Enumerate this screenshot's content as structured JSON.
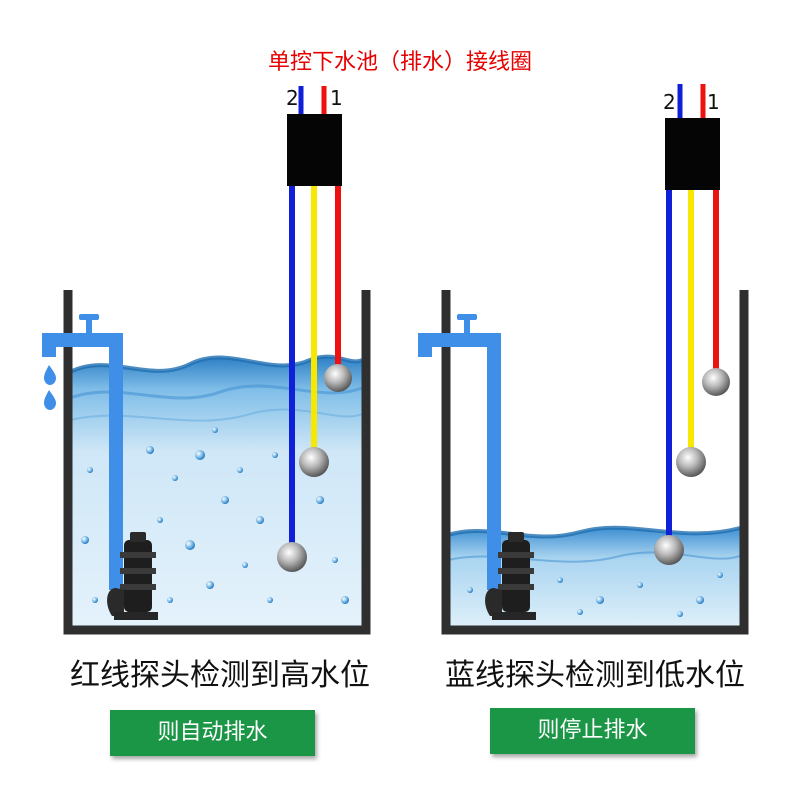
{
  "title": "单控下水池（排水）接线圈",
  "panels": [
    {
      "wire_labels": {
        "blue": "2",
        "red": "1"
      },
      "caption": "红线探头检测到高水位",
      "button": "则自动排水",
      "water_level": "high"
    },
    {
      "wire_labels": {
        "blue": "2",
        "red": "1"
      },
      "caption": "蓝线探头检测到低水位",
      "button": "则停止排水",
      "water_level": "low"
    }
  ],
  "colors": {
    "title": "#e60000",
    "blue_wire": "#1020d8",
    "red_wire": "#ee1111",
    "yellow_wire": "#f6e800",
    "pipe": "#3f8ee8",
    "tank": "#2f2f2f",
    "button_bg": "#1a9646"
  },
  "icons": [
    "faucet-icon",
    "water-drop-icon",
    "submersible-pump-icon",
    "level-probe-icon",
    "controller-box-icon"
  ]
}
